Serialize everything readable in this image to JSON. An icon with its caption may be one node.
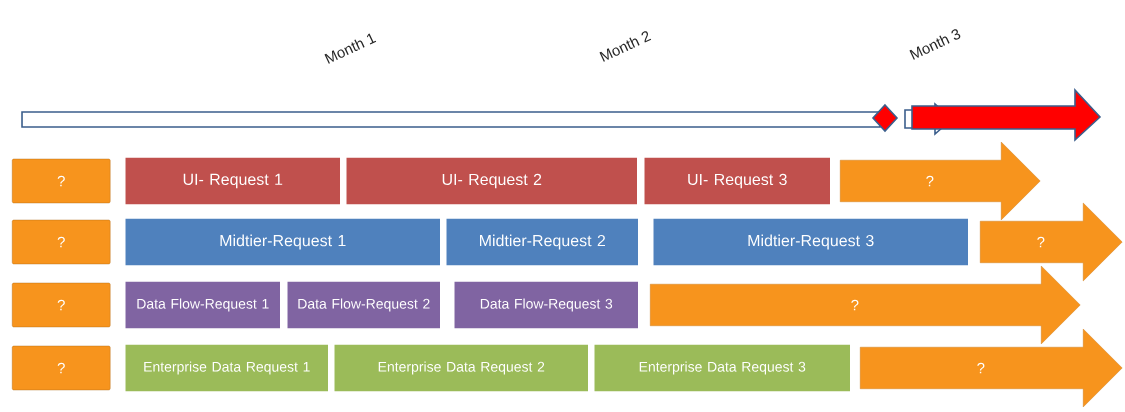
{
  "diagram": {
    "nodes": [
      {
        "text": [
          "?"
        ]
      },
      {
        "text": [
          "UI- Request 1"
        ]
      },
      {
        "text": [
          "UI- Request 2"
        ]
      },
      {
        "text": [
          "UI- Request 3"
        ]
      },
      {
        "text": [
          "?"
        ]
      },
      {
        "text": [
          "?"
        ]
      },
      {
        "text": [
          "Midtier-Request 1"
        ]
      },
      {
        "text": [
          "Midtier-Request 2"
        ]
      },
      {
        "text": [
          "Midtier-Request 3"
        ]
      },
      {
        "text": [
          "?"
        ]
      },
      {
        "text": [
          "?"
        ]
      },
      {
        "text": [
          "Data Flow-Request 1"
        ]
      },
      {
        "text": [
          "Data Flow-Request 2"
        ]
      },
      {
        "text": [
          "Data Flow-Request 3"
        ]
      },
      {
        "text": [
          "?"
        ]
      },
      {
        "text": [
          "?"
        ]
      },
      {
        "text": [
          "Enterprise Data Request 1"
        ]
      },
      {
        "text": [
          "Enterprise Data Request 2"
        ]
      },
      {
        "text": [
          "Enterprise Data Request 3"
        ]
      },
      {
        "text": [
          "?"
        ]
      }
    ],
    "labels": [
      "Month 1",
      "Month 2",
      "Month 3"
    ]
  }
}
